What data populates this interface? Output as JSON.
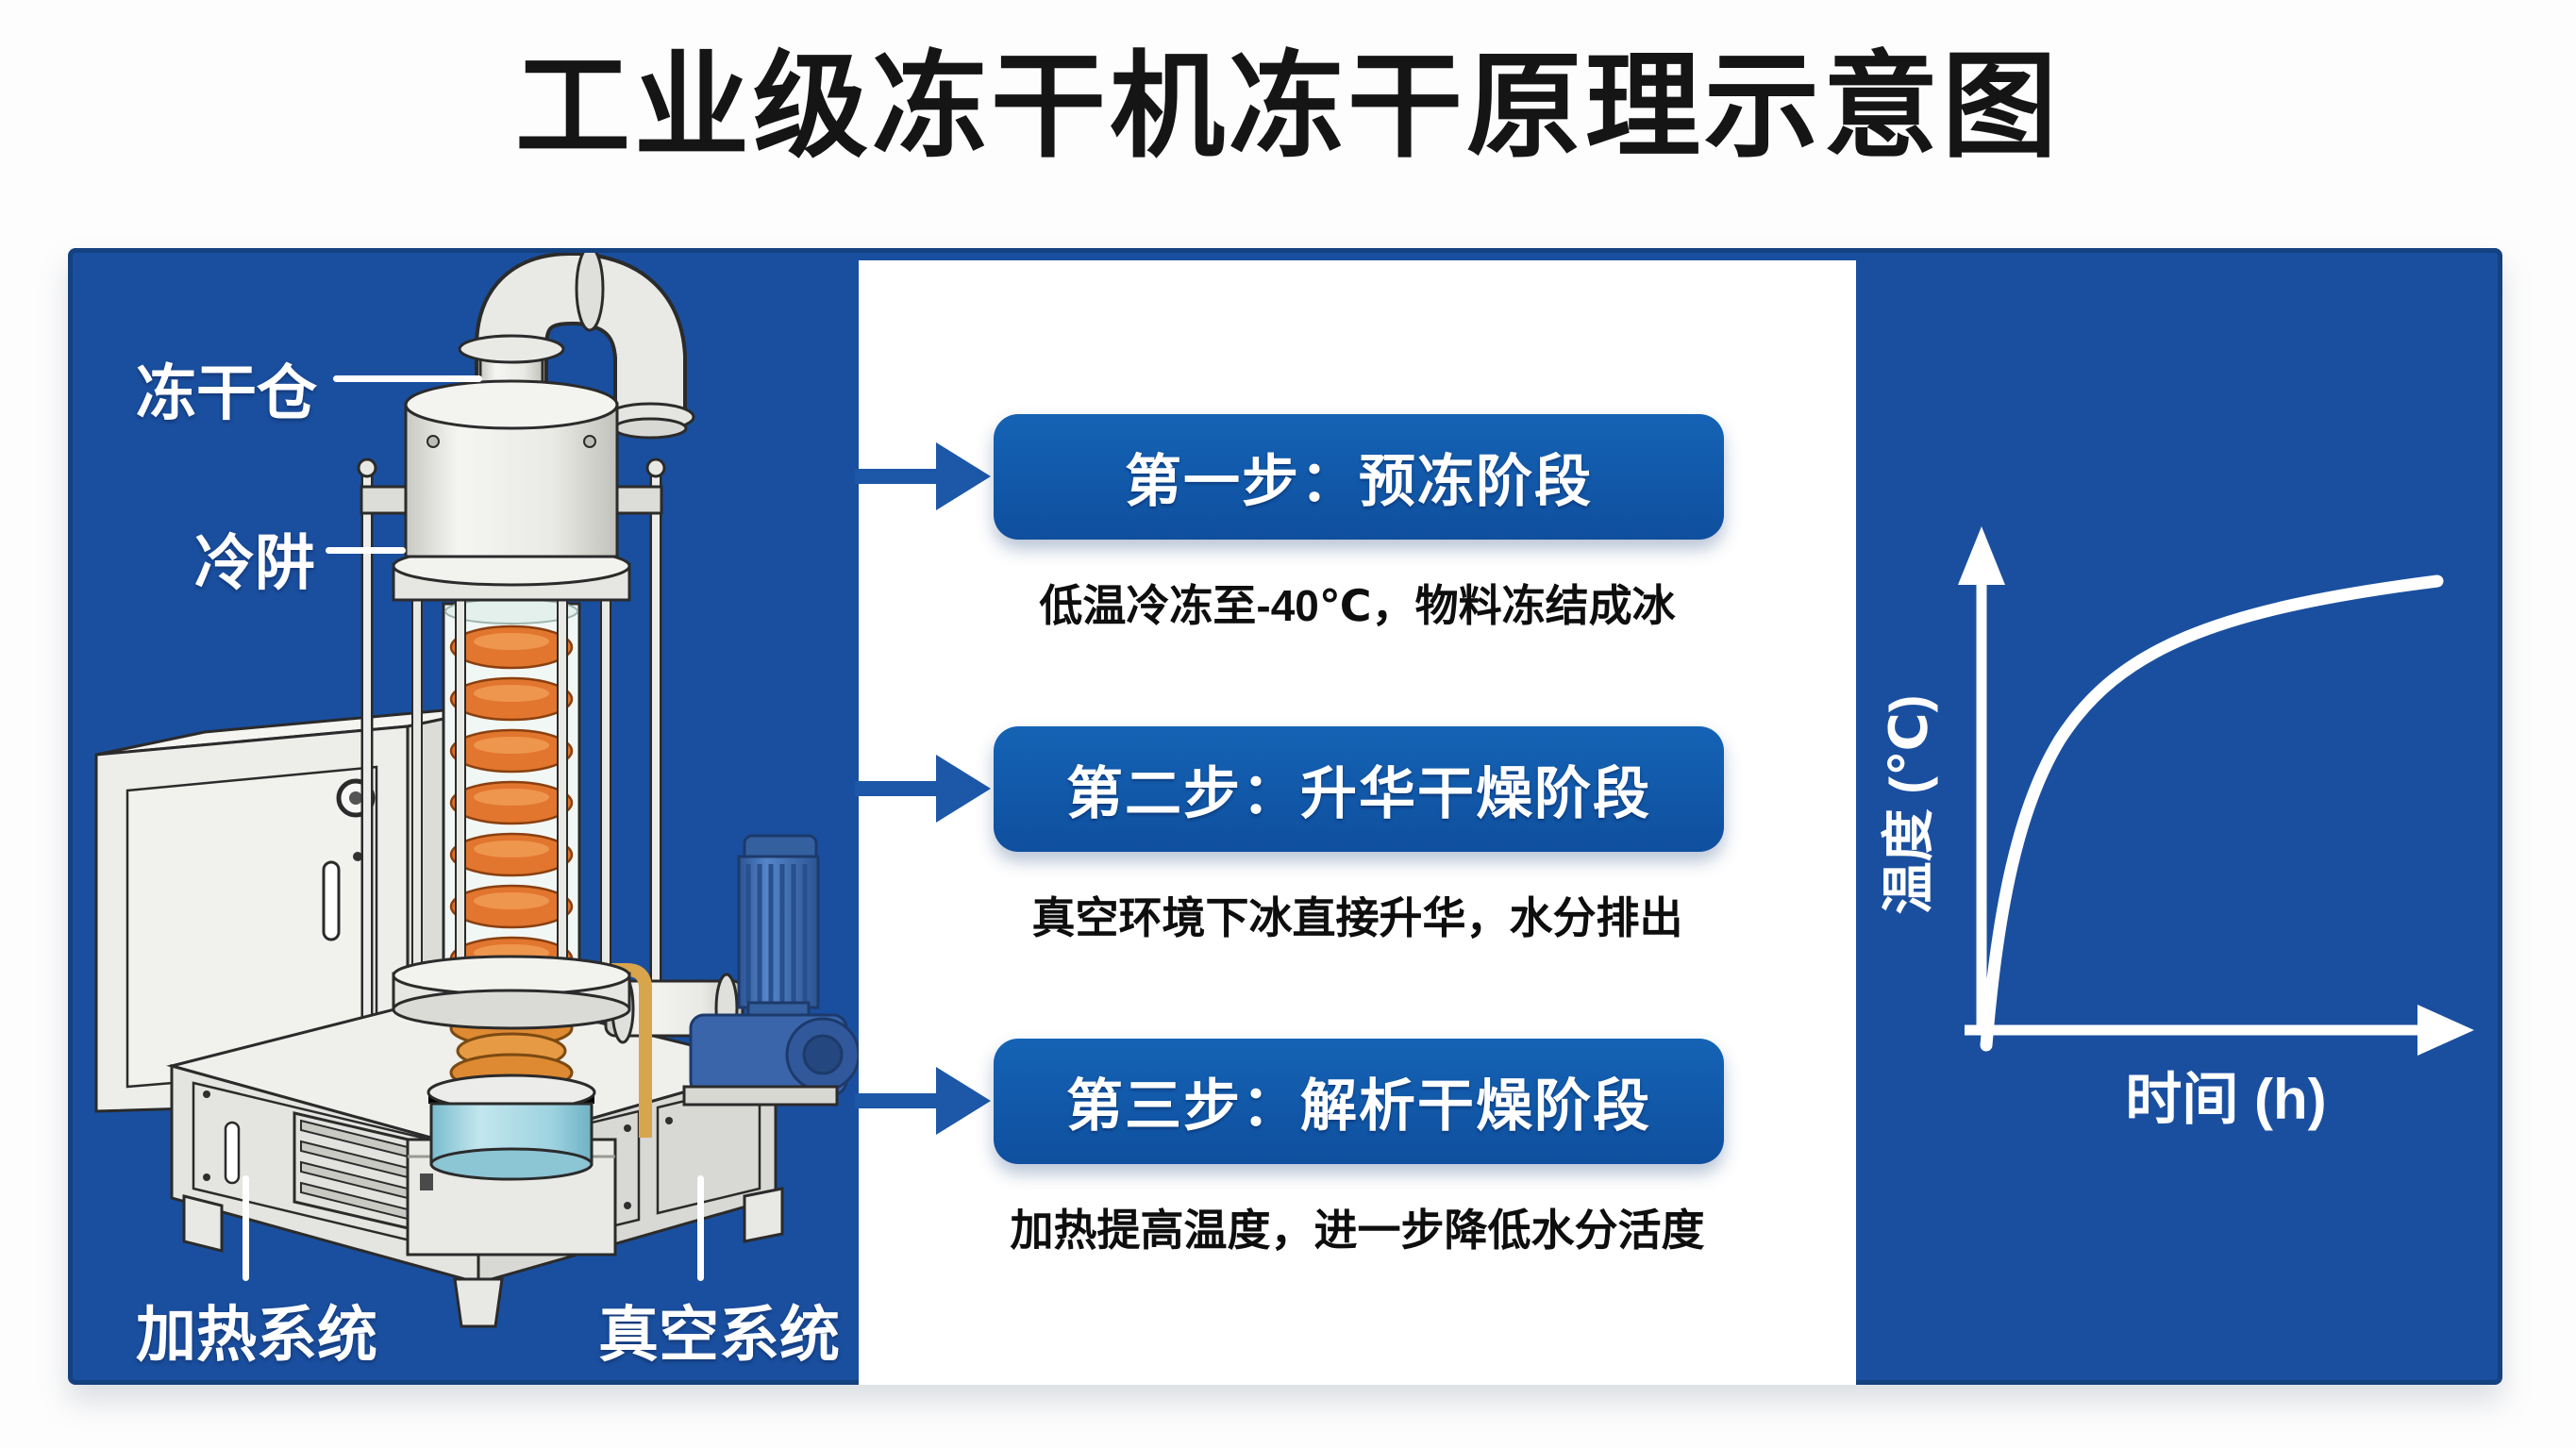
{
  "title": "工业级冻干机冻干原理示意图",
  "machine": {
    "labels": {
      "chamber": "冻干仓",
      "cold_trap": "冷阱",
      "heating_system": "加热系统",
      "vacuum_system": "真空系统"
    },
    "parts": [
      "elbow-exhaust-pipe",
      "freeze-dry-chamber",
      "cold-trap-column-with-orange-heating-coils",
      "heating-cabinet",
      "vacuum-pump",
      "machine-base"
    ]
  },
  "steps": [
    {
      "title": "第一步：预冻阶段",
      "description": "低温冷冻至-40℃，物料冻结成冰"
    },
    {
      "title": "第二步：升华干燥阶段",
      "description": "真空环境下冰直接升华，水分排出"
    },
    {
      "title": "第三步：解析干燥阶段",
      "description": "加热提高温度，进一步降低水分活度"
    }
  ],
  "chart": {
    "xlabel": "时间 (h)",
    "ylabel": "温度 (℃)"
  },
  "chart_data": {
    "type": "line",
    "title": "",
    "xlabel": "时间 (h)",
    "ylabel": "温度 (℃)",
    "axis_ticks": "none (qualitative sketch, no numeric ticks shown)",
    "grid": false,
    "legend": "none",
    "line_color": "#ffffff",
    "series": [
      {
        "name": "温度曲线",
        "points_normalized": [
          [
            0,
            0
          ],
          [
            0.05,
            0.22
          ],
          [
            0.1,
            0.4
          ],
          [
            0.17,
            0.55
          ],
          [
            0.25,
            0.67
          ],
          [
            0.35,
            0.77
          ],
          [
            0.47,
            0.85
          ],
          [
            0.6,
            0.9
          ],
          [
            0.75,
            0.95
          ],
          [
            0.9,
            0.98
          ],
          [
            1,
            1
          ]
        ]
      }
    ]
  },
  "colors": {
    "panel_blue": "#1a4f9f",
    "panel_border_blue": "#14417f",
    "step_box_blue": "#1157a8",
    "arrow_blue": "#1d57a8",
    "title_black": "#151515",
    "label_white": "#ffffff",
    "coil_orange": "#e2762e",
    "bellows_orange": "#de8a33",
    "cyan_section": "#9ed3e0",
    "pump_blue": "#3e6cb2",
    "machine_gray": "#ededea"
  }
}
